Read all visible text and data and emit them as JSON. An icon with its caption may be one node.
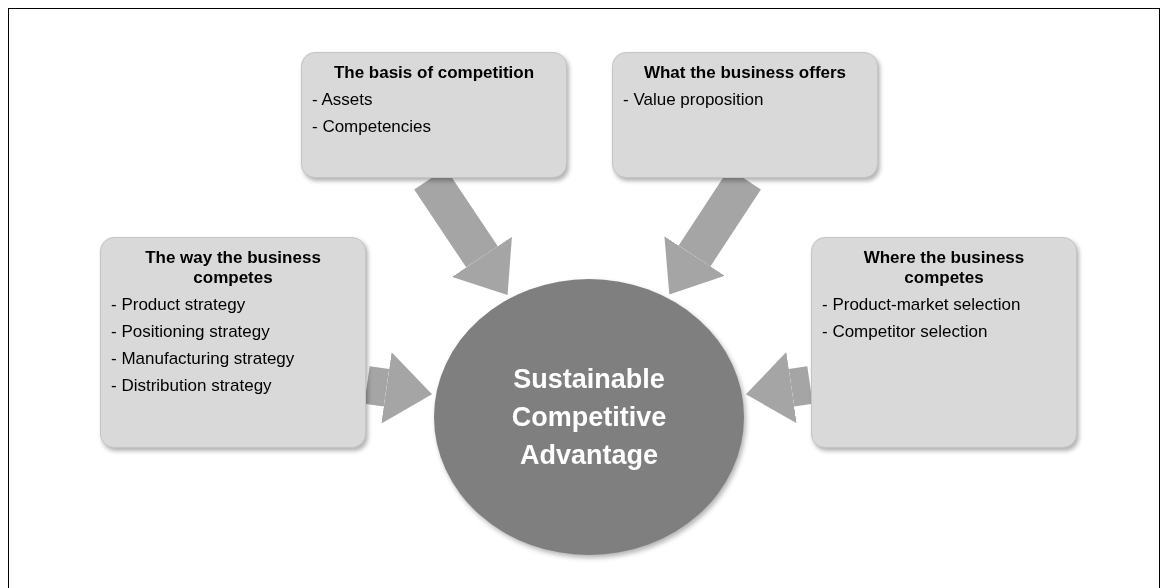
{
  "diagram": {
    "nodes": [
      {
        "text": [
          "The basis of competition",
          "- Assets",
          "- Competencies"
        ]
      },
      {
        "text": [
          "What the business offers",
          "- Value proposition"
        ]
      },
      {
        "text": [
          "The way the business competes",
          "- Product strategy",
          "- Positioning strategy",
          "- Manufacturing strategy",
          "- Distribution strategy"
        ]
      },
      {
        "text": [
          "Where the business competes",
          "- Product-market selection",
          "- Competitor selection"
        ]
      },
      {
        "text": [
          "Sustainable Competitive Advantage"
        ]
      }
    ],
    "edges": [
      {
        "from": 0,
        "to": 4,
        "arrow": "to"
      },
      {
        "from": 1,
        "to": 4,
        "arrow": "to"
      },
      {
        "from": 2,
        "to": 4,
        "arrow": "to"
      },
      {
        "from": 3,
        "to": 4,
        "arrow": "to"
      }
    ]
  }
}
